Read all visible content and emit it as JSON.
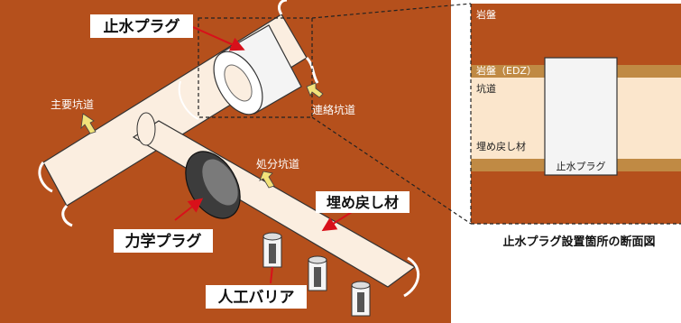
{
  "colors": {
    "rock": "#b5501c",
    "tunnel": "#fbeee0",
    "plug_white": "#f4f4f4",
    "mechanical_plug": "#3c3c3c",
    "edz": "#c08a44",
    "backfill_layer": "#fbe6cc",
    "callout_red": "#d8101a",
    "arrow_yellow": "#f2e27a"
  },
  "labels": {
    "water_plug": "止水プラグ",
    "main_tunnel": "主要坑道",
    "connecting_tunnel": "連絡坑道",
    "disposal_tunnel": "処分坑道",
    "backfill": "埋め戻し材",
    "mechanical_plug": "力学プラグ",
    "engineered_barrier": "人工バリア"
  },
  "section": {
    "rock": "岩盤",
    "rock_edz": "岩盤（EDZ）",
    "tunnel": "坑道",
    "backfill": "埋め戻し材",
    "plug": "止水プラグ",
    "caption": "止水プラグ設置箇所の断面図"
  }
}
